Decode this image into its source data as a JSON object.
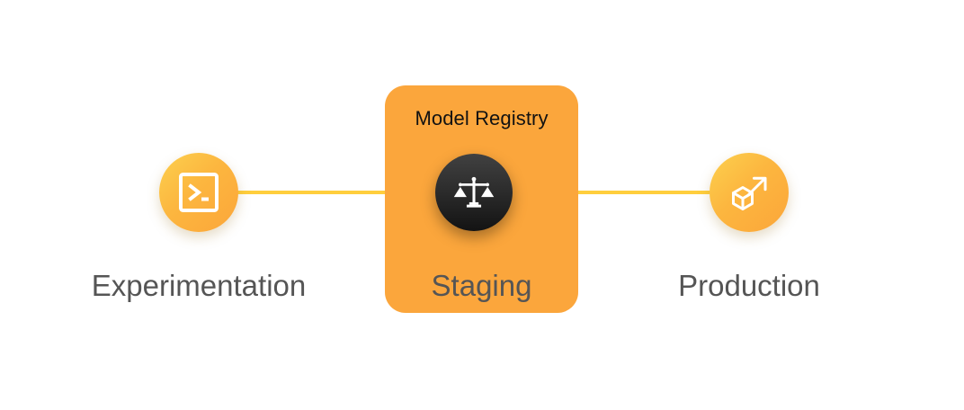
{
  "diagram": {
    "kind": "mlops-lifecycle-flow",
    "background_color": "#ffffff",
    "connector_color": "#ffce3d",
    "accent_color": "#fba63c",
    "dark_badge_color": "#2c2c2c",
    "label_color": "#555555",
    "stages": [
      {
        "id": "experimentation",
        "label": "Experimentation",
        "icon": "terminal-icon",
        "icon_color": "#ffffff",
        "badge_color": "#fcb63f"
      },
      {
        "id": "staging",
        "label": "Staging",
        "card_title": "Model Registry",
        "icon": "balance-scales-icon",
        "icon_color": "#ffffff",
        "badge_color": "#2c2c2c"
      },
      {
        "id": "production",
        "label": "Production",
        "icon": "cube-deploy-arrow-icon",
        "icon_color": "#ffffff",
        "badge_color": "#fcb63f"
      }
    ],
    "connectors": [
      {
        "id": "experimentation-to-staging",
        "from": "experimentation",
        "to": "staging"
      },
      {
        "id": "staging-to-production",
        "from": "staging",
        "to": "production"
      }
    ]
  }
}
